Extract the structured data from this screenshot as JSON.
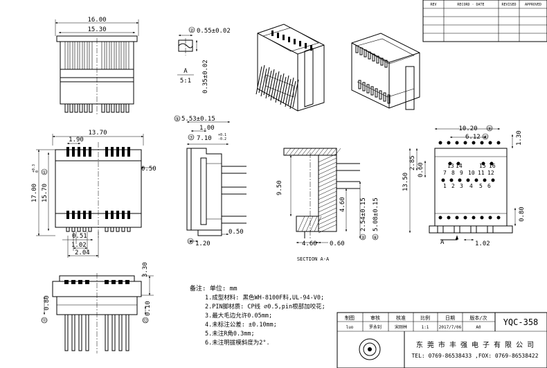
{
  "revision_table": {
    "headers": [
      "REV",
      "RECORD · DATE",
      "REVISED",
      "APPROVED"
    ]
  },
  "top_view": {
    "dim_overall": "16.00",
    "dim_inner": "15.30"
  },
  "detail_a": {
    "balloon": "②",
    "dim_pin": "0.55±0.02",
    "dim_thickness": "0.35±0.02",
    "view_label": "A",
    "scale": "5:1"
  },
  "front_view": {
    "dim_width": "13.70",
    "dim_pitch": "1.90",
    "dim_height": "17.00",
    "tol_plus": "+0.3",
    "tol_minus": "0",
    "dim_inner_height": "15.70",
    "dim_margin": "0.50",
    "dim_pad": "0.51",
    "dim_pad_space": "1.02",
    "dim_pad_span": "2.04",
    "balloon_height": "①"
  },
  "side_view": {
    "dim_overall": "5.53±0.15",
    "dim_flange": "1.00",
    "dim_body": "7.10",
    "tol_body_plus": "+0.1",
    "tol_body_minus": "-0.2",
    "dim_foot": "0.50",
    "dim_base": "1.20",
    "balloon_overall": "⑤",
    "balloon_body": "⑦",
    "balloon_base": "④"
  },
  "section_view": {
    "dim_core": "9.50",
    "dim_standoff": "4.60",
    "dim_pitch": "2.54±0.15",
    "dim_row": "5.08±0.15",
    "dim_bottom_left": "4.60",
    "dim_bottom_right": "0.60",
    "caption": "SECTION A-A",
    "balloon_pitch": "③",
    "balloon_row": "⑥"
  },
  "bottom_view": {
    "dim_row_span": "10.20",
    "dim_inner_span": "6.12",
    "dim_row_offset": "1.30",
    "dim_edge": "0.60",
    "dim_pitch_v": "2.85",
    "dim_height": "13.50",
    "dim_foot": "0.80",
    "dim_pad": "1.02",
    "section_marker": "A",
    "balloon_row_span": "⑨",
    "balloon_inner_span": "⑧",
    "pin_numbers_top": [
      "13",
      "14",
      "15",
      "16"
    ],
    "pin_numbers_mid": [
      "7",
      "8",
      "9",
      "10",
      "11",
      "12"
    ],
    "pin_numbers_bottom": [
      "1",
      "2",
      "3",
      "4",
      "5",
      "6"
    ]
  },
  "lower_view": {
    "dim_top": "3.30",
    "dim_left": "0.80",
    "dim_right": "0.10",
    "balloon_left": "⑪",
    "balloon_right": "⑫"
  },
  "notes": {
    "heading": "备注: 单位: mm",
    "items": [
      "1.成型材料: 黑色WH-8100F料,UL-94-V0;",
      "2.PIN脚材质: CP线 ∅0.5,pin根部加咬花;",
      "3.最大毛边允许0.05mm;",
      "4.未标注公差: ±0.10mm;",
      "5.未注R角0.3mm;",
      "6.未注明拔模斜度为2°."
    ]
  },
  "title_block": {
    "headers": [
      "制图",
      "审核",
      "核准",
      "比例",
      "日期",
      "版本/次"
    ],
    "values": [
      "luo",
      "罗永钊",
      "宋刚林",
      "1:1",
      "2017/7/06",
      "A0"
    ],
    "part_number": "YQC-358",
    "company": "东 莞 市 丰 强 电 子 有 限 公 司",
    "contact": "TEL: 0769-86538433 ,FOX: 0769-86538422"
  }
}
